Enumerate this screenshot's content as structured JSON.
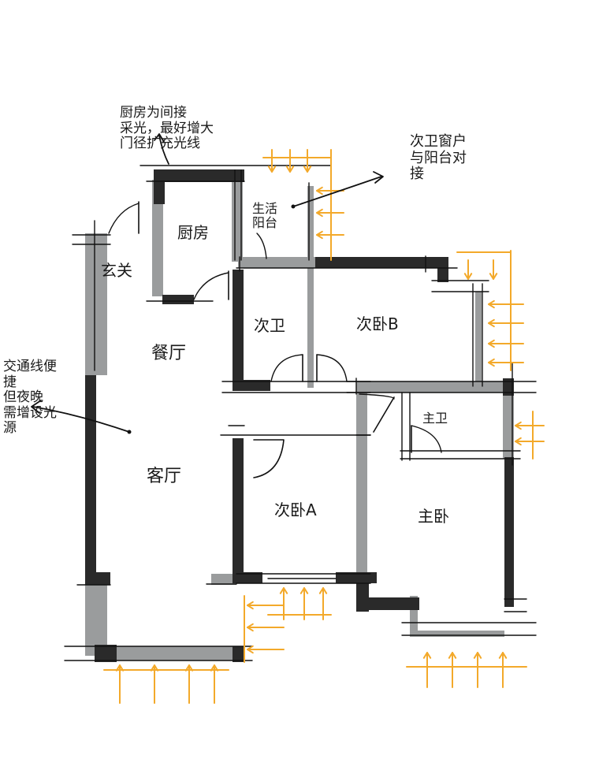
{
  "colors": {
    "wall_dark": "#2a2a2a",
    "wall_gray": "#9a9c9d",
    "line": "#111111",
    "light_arrow": "#f3a92a"
  },
  "rooms": {
    "entrance": "玄关",
    "kitchen": "厨房",
    "living_balcony": "生活\n阳台",
    "dining": "餐厅",
    "second_bath": "次卫",
    "second_bedroom_b": "次卧B",
    "master_bath": "主卫",
    "living_room": "客厅",
    "second_bedroom_a": "次卧A",
    "master_bedroom": "主卧"
  },
  "notes": {
    "kitchen": "厨房为间接\n采光，最好增大\n门径扩充光线",
    "bedroom_b": "次卫窗户\n与阳台对\n接",
    "circulation": "交通线便\n捷\n但夜晚\n需增设光\n源"
  }
}
